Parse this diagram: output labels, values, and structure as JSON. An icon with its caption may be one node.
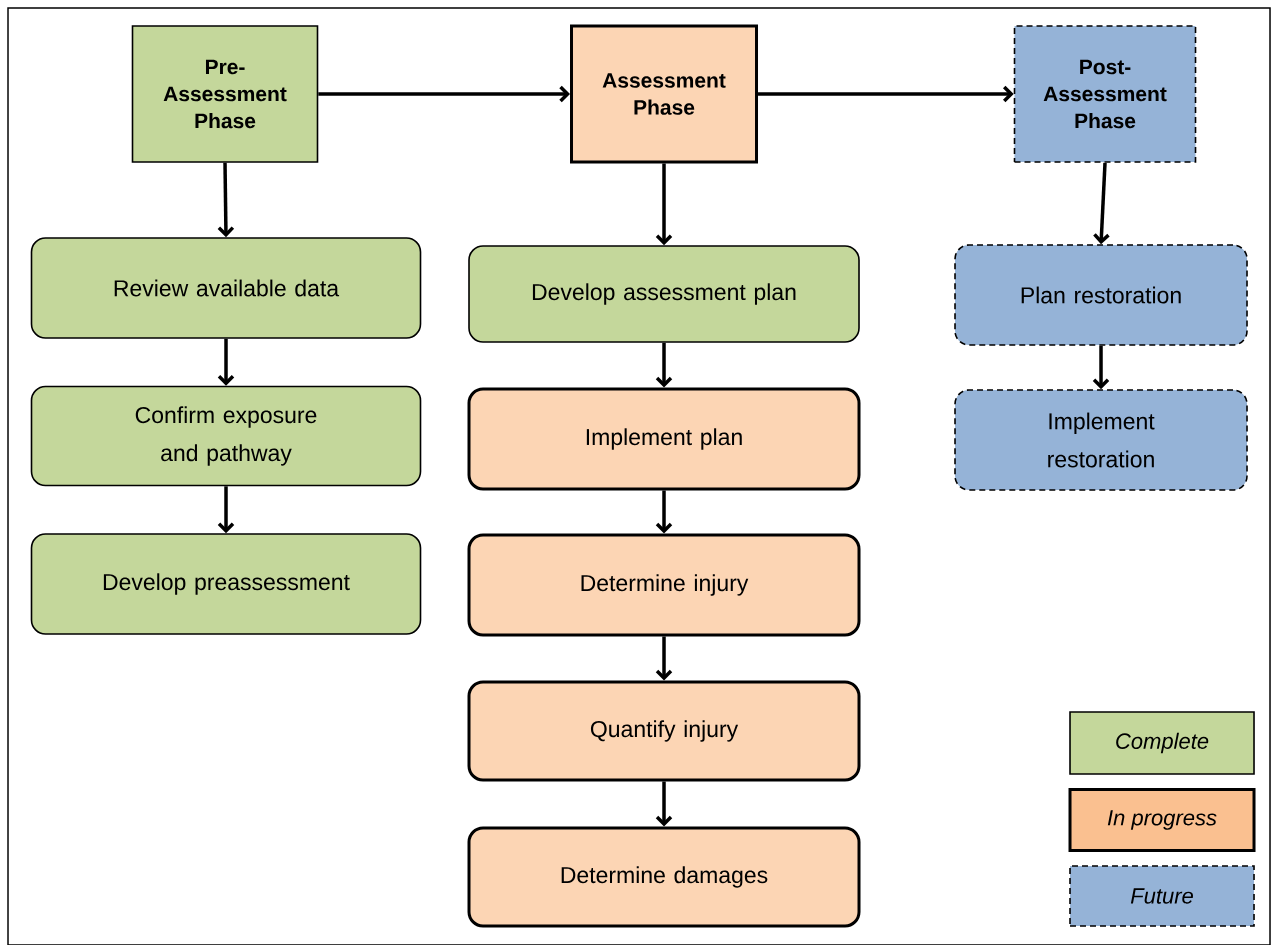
{
  "diagram": {
    "nodes": [
      {
        "text": [
          "Pre-Assessment Phase"
        ]
      },
      {
        "text": [
          "Assessment Phase"
        ]
      },
      {
        "text": [
          "Post-Assessment Phase"
        ]
      },
      {
        "text": [
          "Review available data"
        ]
      },
      {
        "text": [
          "Confirm exposure and pathway"
        ]
      },
      {
        "text": [
          "Develop preassessment"
        ]
      },
      {
        "text": [
          "Develop assessment plan"
        ]
      },
      {
        "text": [
          "Implement plan"
        ]
      },
      {
        "text": [
          "Determine injury"
        ]
      },
      {
        "text": [
          "Quantify injury"
        ]
      },
      {
        "text": [
          "Determine damages"
        ]
      },
      {
        "text": [
          "Plan restoration"
        ]
      },
      {
        "text": [
          "Implement restoration"
        ]
      }
    ],
    "edges": [
      {
        "from": 0,
        "to": 1,
        "arrow": "to"
      },
      {
        "from": 1,
        "to": 2,
        "arrow": "to"
      },
      {
        "from": 0,
        "to": 3,
        "arrow": "to"
      },
      {
        "from": 3,
        "to": 4,
        "arrow": "to"
      },
      {
        "from": 4,
        "to": 5,
        "arrow": "to"
      },
      {
        "from": 1,
        "to": 6,
        "arrow": "to"
      },
      {
        "from": 6,
        "to": 7,
        "arrow": "to"
      },
      {
        "from": 7,
        "to": 8,
        "arrow": "to"
      },
      {
        "from": 8,
        "to": 9,
        "arrow": "to"
      },
      {
        "from": 9,
        "to": 10,
        "arrow": "to"
      },
      {
        "from": 2,
        "to": 11,
        "arrow": "to"
      },
      {
        "from": 11,
        "to": 12,
        "arrow": "to"
      }
    ],
    "legend": [
      {
        "text": "Complete",
        "color": "#c4d79b"
      },
      {
        "text": "In progress",
        "color": "#fac090"
      },
      {
        "text": "Future",
        "color": "#95b3d7"
      }
    ]
  }
}
